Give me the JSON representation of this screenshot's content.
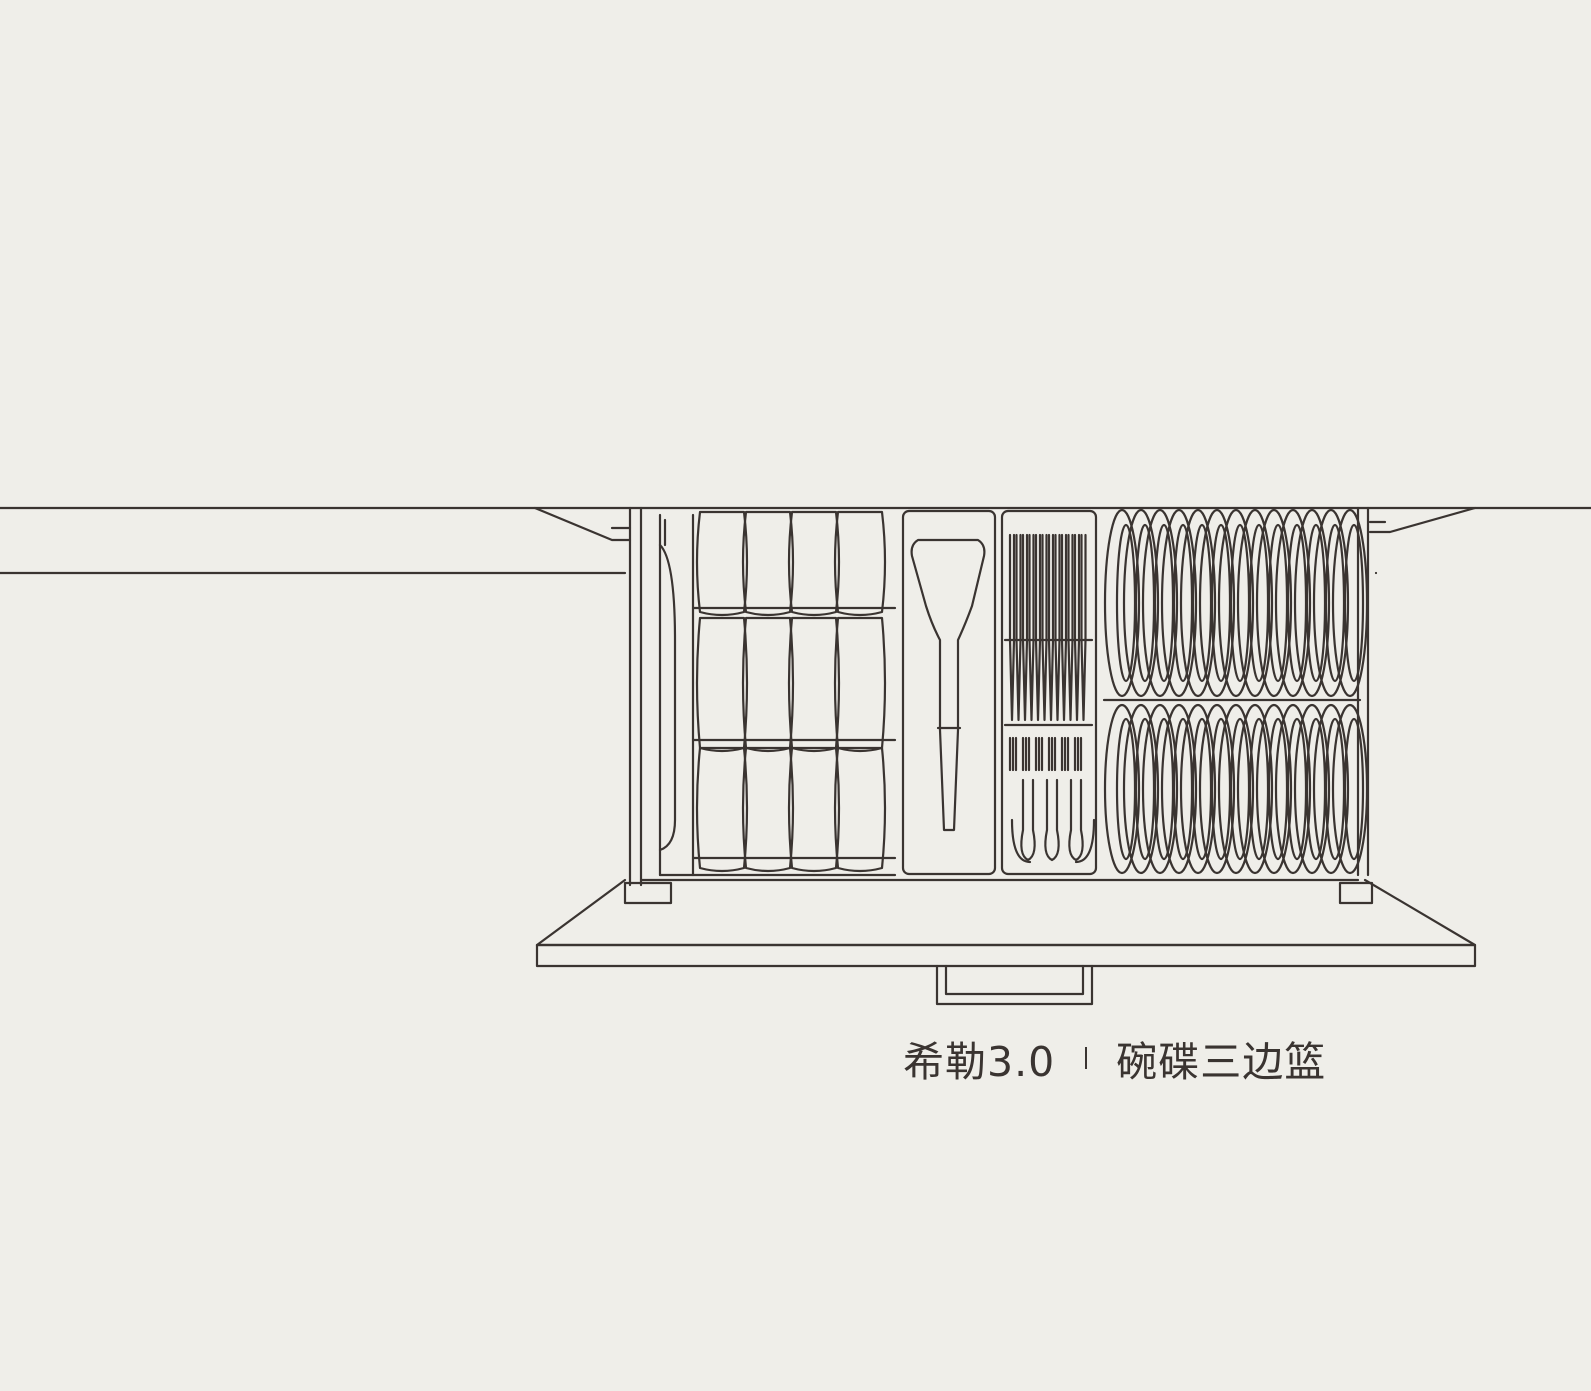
{
  "caption": {
    "model": "希勒3.0",
    "product": "碗碟三边篮"
  },
  "illustration": {
    "subject": "dish-drawer-illustration",
    "line_color": "#3a3431",
    "background_color": "#efeee9"
  }
}
